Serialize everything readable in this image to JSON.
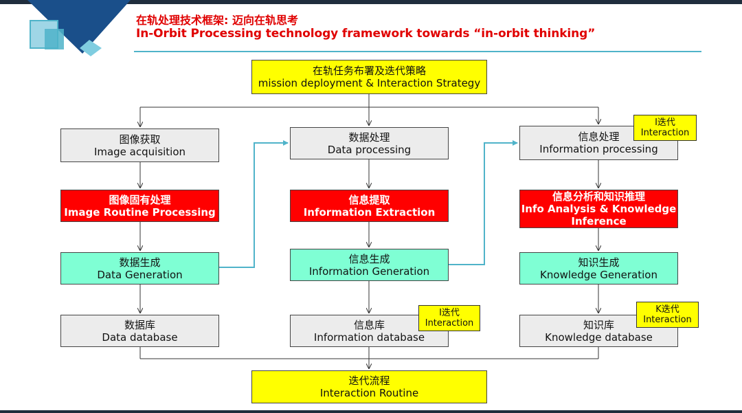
{
  "header": {
    "title_zh": "在轨处理技术框架: 迈向在轨思考",
    "title_en": "In-Orbit Processing technology framework towards “in-orbit thinking”"
  },
  "top": {
    "zh": "在轨任务布署及迭代策略",
    "en": "mission deployment & Interaction Strategy"
  },
  "columns": [
    {
      "head": {
        "zh": "图像获取",
        "en": "Image acquisition"
      },
      "process": {
        "zh": "图像固有处理",
        "en": "Image Routine Processing"
      },
      "gen": {
        "zh": "数据生成",
        "en": "Data Generation"
      },
      "db": {
        "zh": "数据库",
        "en": "Data database"
      }
    },
    {
      "head": {
        "zh": "数据处理",
        "en": "Data processing"
      },
      "process": {
        "zh": "信息提取",
        "en": "Information Extraction"
      },
      "gen": {
        "zh": "信息生成",
        "en": "Information Generation"
      },
      "db": {
        "zh": "信息库",
        "en": "Information database"
      }
    },
    {
      "head": {
        "zh": "信息处理",
        "en": "Information processing"
      },
      "process": {
        "zh": "信息分析和知识推理",
        "en_line1": "Info Analysis & Knowledge",
        "en_line2": "Inference"
      },
      "gen": {
        "zh": "知识生成",
        "en": "Knowledge Generation"
      },
      "db": {
        "zh": "知识库",
        "en": "Knowledge database"
      }
    }
  ],
  "tags": {
    "info_processing": {
      "zh": "I迭代",
      "en": "Interaction"
    },
    "info_db": {
      "zh": "I迭代",
      "en": "Interaction"
    },
    "knowledge_db": {
      "zh": "K迭代",
      "en": "Interaction"
    }
  },
  "bottom": {
    "zh": "迭代流程",
    "en": "Interaction Routine"
  },
  "colors": {
    "yellow": "#ffff00",
    "gray": "#ececec",
    "green": "#7fffd4",
    "red": "#ff0000",
    "connector_cyan": "#4fb3c9",
    "title_red": "#e00000"
  }
}
